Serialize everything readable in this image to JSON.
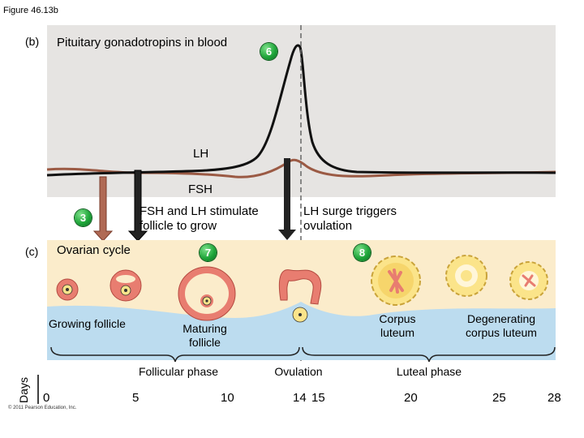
{
  "figure_title": "Figure 46.13b",
  "panel_b": {
    "letter": "(b)",
    "heading": "Pituitary gonadotropins in blood",
    "lh_label": "LH",
    "fsh_label": "FSH",
    "badge": "6"
  },
  "captions": {
    "badge3": "3",
    "fsh_lh_stimulate": "FSH and LH stimulate follicle to grow",
    "lh_surge": "LH surge triggers ovulation"
  },
  "panel_c": {
    "letter": "(c)",
    "heading": "Ovarian cycle",
    "badge7": "7",
    "badge8": "8",
    "growing_follicle": "Growing follicle",
    "maturing_follicle": "Maturing follicle",
    "corpus_luteum": "Corpus luteum",
    "degenerating": "Degenerating corpus luteum"
  },
  "phases": {
    "follicular": "Follicular phase",
    "ovulation": "Ovulation",
    "luteal": "Luteal phase"
  },
  "axis": {
    "label": "Days",
    "ticks": [
      "0",
      "5",
      "10",
      "14",
      "15",
      "20",
      "25",
      "28"
    ]
  },
  "copyright": "© 2011 Pearson Education, Inc.",
  "colors": {
    "panel_bg": "#e6e4e2",
    "lh_curve": "#111111",
    "fsh_curve": "#9b5a44",
    "ovary_bg": "#fbeccb",
    "fluid_bg": "#bcdcef",
    "follicle_pink": "#e87d70",
    "luteum_yellow": "#fbe48a",
    "badge_green": "#1fa63a"
  }
}
